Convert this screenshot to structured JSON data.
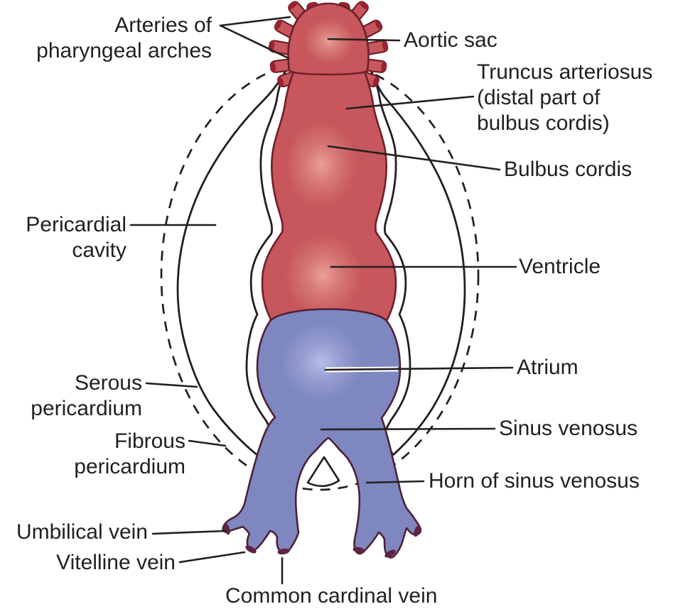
{
  "figure": {
    "description": "Embryonic heart tube within the pericardial sac",
    "colors": {
      "arterial_red": "#C7575C",
      "arterial_outline": "#6E1F2A",
      "artery_cap": "#98222F",
      "venous_blue": "#7E87C0",
      "venous_outline": "#4E2036",
      "vein_cap": "#5E2443",
      "line_color": "#231F20"
    },
    "labels": {
      "arteries_of_pharyngeal_arches": "Arteries of\npharyngeal arches",
      "aortic_sac": "Aortic sac",
      "truncus_arteriosus": "Truncus arteriosus\n(distal part of\nbulbus cordis)",
      "bulbus_cordis": "Bulbus cordis",
      "pericardial_cavity": "Pericardial\ncavity",
      "ventricle": "Ventricle",
      "serous_pericardium": "Serous\npericardium",
      "fibrous_pericardium": "Fibrous\npericardium",
      "atrium": "Atrium",
      "sinus_venosus": "Sinus venosus",
      "horn_of_sinus_venosus": "Horn of sinus venosus",
      "umbilical_vein": "Umbilical vein",
      "vitelline_vein": "Vitelline vein",
      "common_cardinal_vein": "Common cardinal vein"
    }
  }
}
